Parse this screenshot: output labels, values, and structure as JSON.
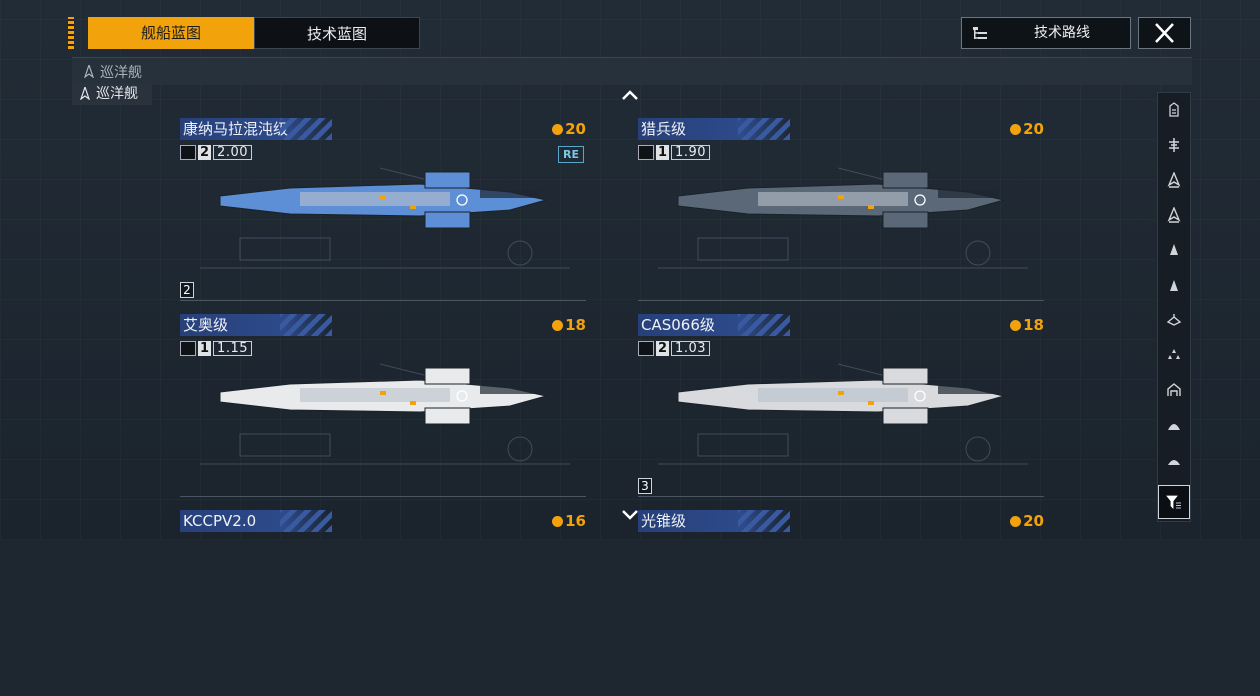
{
  "tabs": {
    "ship_blueprint": "舰船蓝图",
    "tech_blueprint": "技术蓝图"
  },
  "route_button": {
    "label": "技术路线"
  },
  "filter": {
    "header_label": "巡洋舰",
    "chip_label": "巡洋舰"
  },
  "colors": {
    "accent": "#f2a20b",
    "title_blue": "#2d4a8a"
  },
  "ships": [
    {
      "name": "康纳马拉混沌级",
      "cost": "20",
      "count": "2",
      "ratio": "2.00",
      "badge": "RE",
      "page": "2",
      "hull": "#5d8fd6"
    },
    {
      "name": "猎兵级",
      "cost": "20",
      "count": "1",
      "ratio": "1.90",
      "hull": "#5a6878"
    },
    {
      "name": "艾奥级",
      "cost": "18",
      "count": "1",
      "ratio": "1.15",
      "hull": "#e8eaec"
    },
    {
      "name": "CAS066级",
      "cost": "18",
      "count": "2",
      "ratio": "1.03",
      "page": "3",
      "hull": "#d8dadd"
    },
    {
      "name": "KCCPV2.0",
      "cost": "16"
    },
    {
      "name": "光锥级",
      "cost": "20"
    }
  ]
}
